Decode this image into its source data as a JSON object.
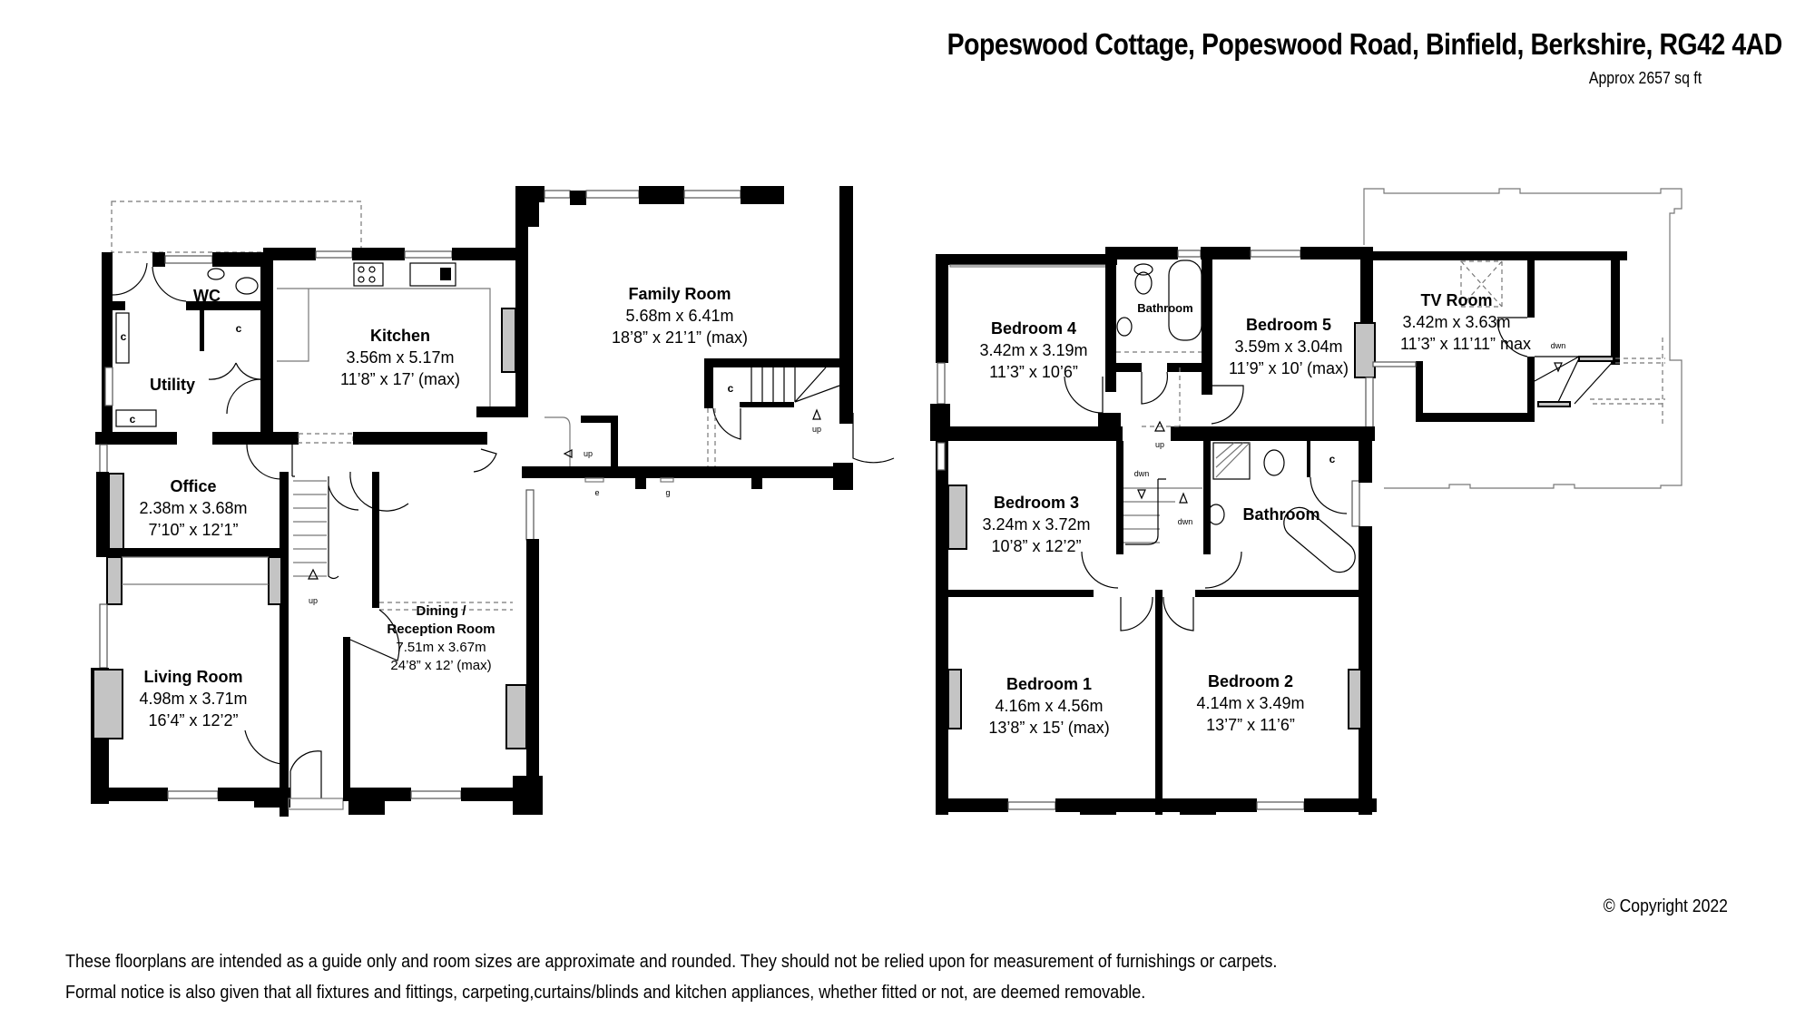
{
  "header": {
    "title": "Popeswood Cottage, Popeswood Road, Binfield, Berkshire, RG42 4AD",
    "area": "Approx 2657 sq ft"
  },
  "ground_floor": {
    "rooms": [
      {
        "id": "utility",
        "name": "Utility"
      },
      {
        "id": "wc",
        "name": "WC"
      },
      {
        "id": "kitchen",
        "name": "Kitchen",
        "metric": "3.56m x 5.17m",
        "imperial": "11’8” x 17’ (max)"
      },
      {
        "id": "family-room",
        "name": "Family Room",
        "metric": "5.68m x 6.41m",
        "imperial": "18’8” x 21’1” (max)"
      },
      {
        "id": "office",
        "name": "Office",
        "metric": "2.38m x 3.68m",
        "imperial": "7’10” x 12’1”"
      },
      {
        "id": "living-room",
        "name": "Living Room",
        "metric": "4.98m x 3.71m",
        "imperial": "16’4” x 12’2”"
      },
      {
        "id": "dining-reception",
        "name_line1": "Dining /",
        "name_line2": "Reception Room",
        "metric": "7.51m x 3.67m",
        "imperial": "24’8” x 12’ (max)"
      }
    ],
    "labels": {
      "cupboard": "c",
      "up": "up",
      "meter_e": "e",
      "meter_g": "g"
    }
  },
  "first_floor": {
    "rooms": [
      {
        "id": "bedroom-4",
        "name": "Bedroom 4",
        "metric": "3.42m x 3.19m",
        "imperial": "11’3” x 10’6”"
      },
      {
        "id": "bathroom-small",
        "name": "Bathroom"
      },
      {
        "id": "bedroom-5",
        "name": "Bedroom 5",
        "metric": "3.59m x 3.04m",
        "imperial": "11’9” x 10’ (max)"
      },
      {
        "id": "tv-room",
        "name": "TV Room",
        "metric": "3.42m x 3.63m",
        "imperial": "11’3” x 11’11” max"
      },
      {
        "id": "bedroom-3",
        "name": "Bedroom 3",
        "metric": "3.24m x 3.72m",
        "imperial": "10’8” x 12’2”"
      },
      {
        "id": "bathroom-main",
        "name": "Bathroom"
      },
      {
        "id": "bedroom-1",
        "name": "Bedroom 1",
        "metric": "4.16m x 4.56m",
        "imperial": "13’8” x 15’ (max)"
      },
      {
        "id": "bedroom-2",
        "name": "Bedroom 2",
        "metric": "4.14m x 3.49m",
        "imperial": "13’7” x 11’6”"
      }
    ],
    "labels": {
      "cupboard": "c",
      "up": "up",
      "down": "dwn"
    }
  },
  "footer": {
    "copyright": "© Copyright 2022",
    "disclaimer_line1": "These floorplans are intended as a guide only and room sizes are approximate and rounded. They should not be relied upon for measurement of furnishings or carpets.",
    "disclaimer_line2": "Formal notice is also given that all fixtures and fittings, carpeting,curtains/blinds and kitchen appliances, whether fitted or not, are deemed removable."
  }
}
